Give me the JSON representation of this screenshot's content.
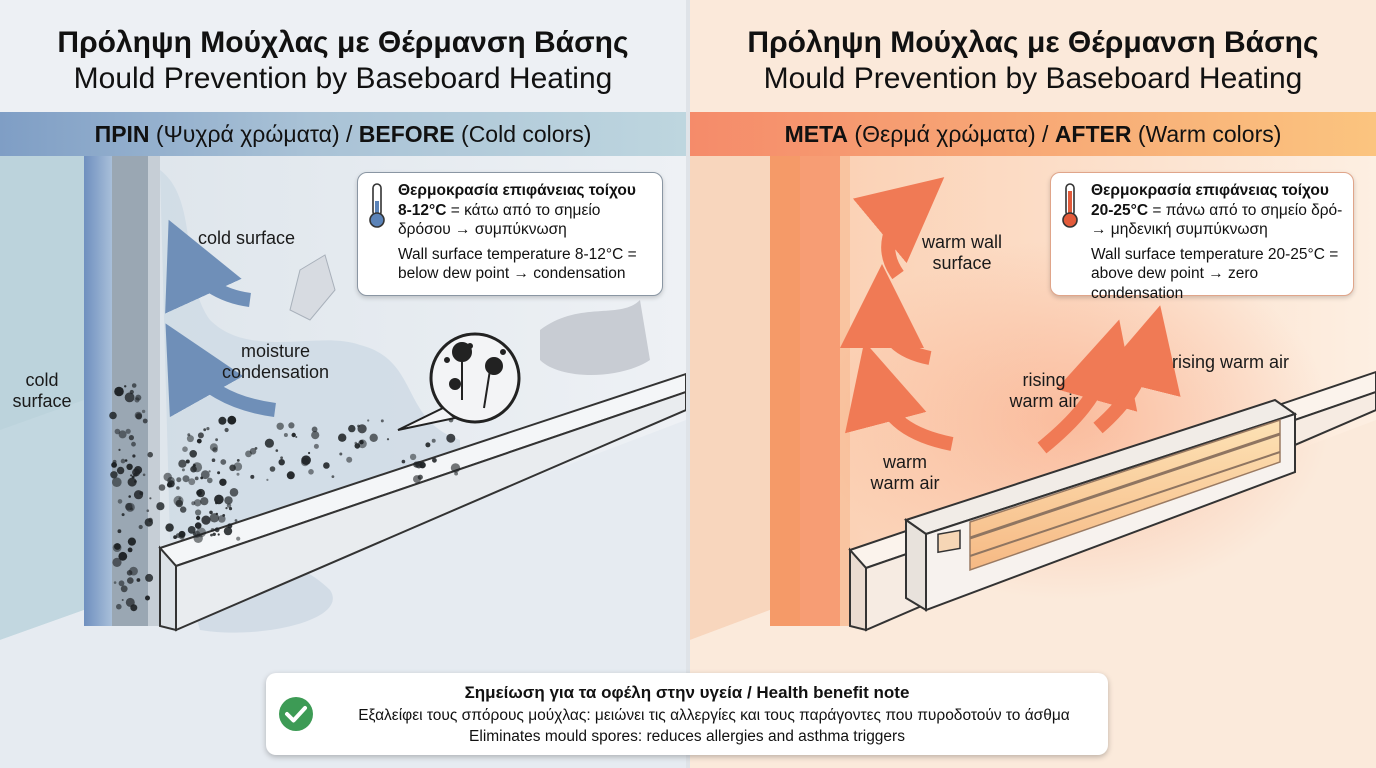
{
  "before": {
    "title_gr": "Πρόληψη Μούχλας με Θέρμανση Βάσης",
    "title_en": "Mould Prevention by Baseboard Heating",
    "band": {
      "gr_bold": "ΠΡΙΝ",
      "gr_rest": " (Ψυχρά χρώματα) / ",
      "en_bold": "BEFORE",
      "en_rest": " (Cold colors)"
    },
    "callout": {
      "gr_bold": "Θερμοκρασία επιφάνειας τοίχου 8-12°C",
      "gr_rest": " = κάτω από το σημείο δρόσου → συμπύκνωση",
      "en": "Wall surface temperature 8-12°C = below dew point → condensation"
    },
    "labels": {
      "cold_surface_top": "cold surface",
      "moisture_1": "moisture",
      "moisture_2": "condensation",
      "cold_surface_left_1": "cold",
      "cold_surface_left_2": "surface"
    },
    "colors": {
      "band_start": "#7f9ec5",
      "band_end": "#bed6df",
      "arrow": "#6f8fb8",
      "mould": "#1f2326"
    }
  },
  "after": {
    "title_gr": "Πρόληψη Μούχλας με Θέρμανση Βάσης",
    "title_en": "Mould Prevention by Baseboard Heating",
    "band": {
      "gr_bold": "ΜΕΤΑ",
      "gr_rest": " (Θερμά χρώματα) / ",
      "en_bold": "AFTER",
      "en_rest": " (Warm colors)"
    },
    "callout": {
      "gr_bold": "Θερμοκρασία επιφάνειας τοίχου 20-25°C",
      "gr_rest": " = πάνω από το σημείο δρό- → μηδενική συμπύκνωση",
      "en": "Wall surface temperature 20-25°C = above dew point → zero condensation"
    },
    "labels": {
      "warm_wall_1": "warm wall",
      "warm_wall_2": "surface",
      "rising_1_a": "rising",
      "rising_1_b": "warm air",
      "rising_2": "rising warm air",
      "warm_air_1": "warm",
      "warm_air_2": "warm air"
    },
    "colors": {
      "band_start": "#f58b6a",
      "band_end": "#fbc47f",
      "arrow": "#f07a55",
      "heater_glow": "#f9c98a"
    }
  },
  "note": {
    "heading": "Σημείωση για τα οφέλη στην υγεία / Health benefit note",
    "line_gr": "Εξαλείφει τους σπόρους μούχλας: μειώνει τις αλλεργίες και τους παράγοντες που πυροδοτούν το άσθμα",
    "line_en": "Eliminates mould spores: reduces allergies and asthma triggers",
    "icon": "check-circle-icon",
    "icon_color": "#3d9b55"
  }
}
